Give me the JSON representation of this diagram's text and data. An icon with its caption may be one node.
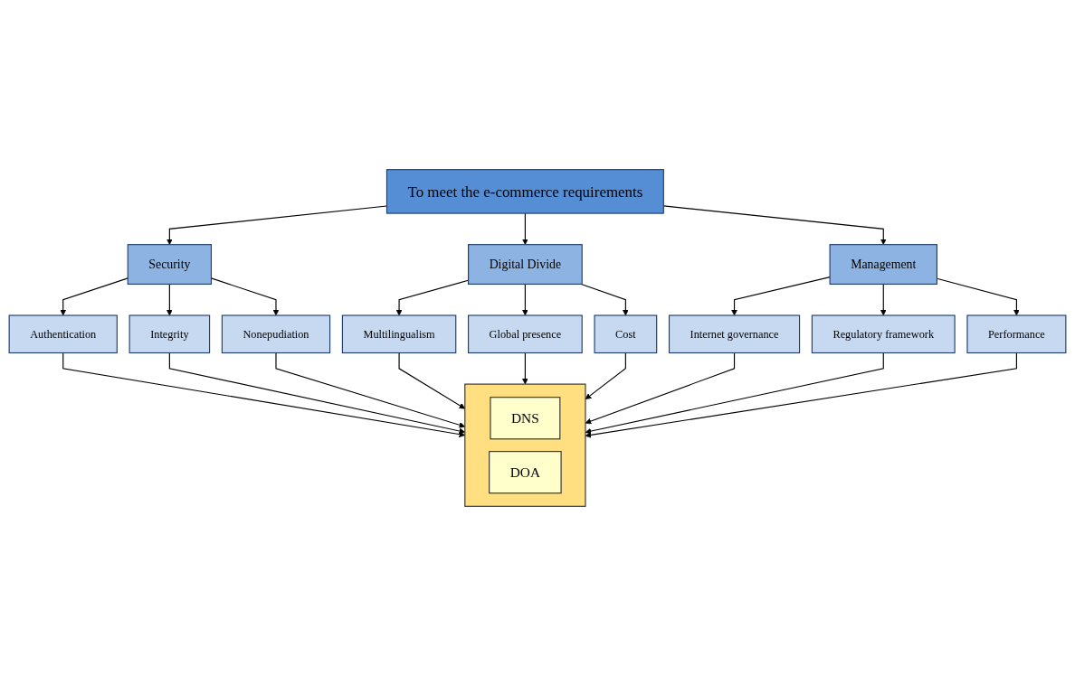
{
  "diagram": {
    "nodes": [
      {
        "text": [
          "To meet the e-commerce requirements"
        ]
      },
      {
        "text": [
          "Security"
        ]
      },
      {
        "text": [
          "Digital Divide"
        ]
      },
      {
        "text": [
          "Management"
        ]
      },
      {
        "text": [
          "Authentication"
        ]
      },
      {
        "text": [
          "Integrity"
        ]
      },
      {
        "text": [
          "Nonepudiation"
        ]
      },
      {
        "text": [
          "Multilingualism"
        ]
      },
      {
        "text": [
          "Global presence"
        ]
      },
      {
        "text": [
          "Cost"
        ]
      },
      {
        "text": [
          "Internet governance"
        ]
      },
      {
        "text": [
          "Regulatory framework"
        ]
      },
      {
        "text": [
          "Performance"
        ]
      },
      {
        "text": [],
        "shape": "box"
      },
      {
        "text": [
          "DNS"
        ],
        "in": 13
      },
      {
        "text": [
          "DOA"
        ],
        "in": 13
      }
    ],
    "edges": [
      {
        "from": 0,
        "to": 1,
        "arrow": "to"
      },
      {
        "from": 0,
        "to": 2,
        "arrow": "to"
      },
      {
        "from": 0,
        "to": 3,
        "arrow": "to"
      },
      {
        "from": 1,
        "to": 4,
        "arrow": "to"
      },
      {
        "from": 1,
        "to": 5,
        "arrow": "to"
      },
      {
        "from": 1,
        "to": 6,
        "arrow": "to"
      },
      {
        "from": 2,
        "to": 7,
        "arrow": "to"
      },
      {
        "from": 2,
        "to": 8,
        "arrow": "to"
      },
      {
        "from": 2,
        "to": 9,
        "arrow": "to"
      },
      {
        "from": 3,
        "to": 10,
        "arrow": "to"
      },
      {
        "from": 3,
        "to": 11,
        "arrow": "to"
      },
      {
        "from": 3,
        "to": 12,
        "arrow": "to"
      },
      {
        "from": 4,
        "to": 13,
        "arrow": "to"
      },
      {
        "from": 5,
        "to": 13,
        "arrow": "to"
      },
      {
        "from": 6,
        "to": 13,
        "arrow": "to"
      },
      {
        "from": 7,
        "to": 13,
        "arrow": "to"
      },
      {
        "from": 8,
        "to": 13,
        "arrow": "to"
      },
      {
        "from": 9,
        "to": 13,
        "arrow": "to"
      },
      {
        "from": 10,
        "to": 13,
        "arrow": "to"
      },
      {
        "from": 11,
        "to": 13,
        "arrow": "to"
      },
      {
        "from": 12,
        "to": 13,
        "arrow": "to"
      }
    ]
  }
}
